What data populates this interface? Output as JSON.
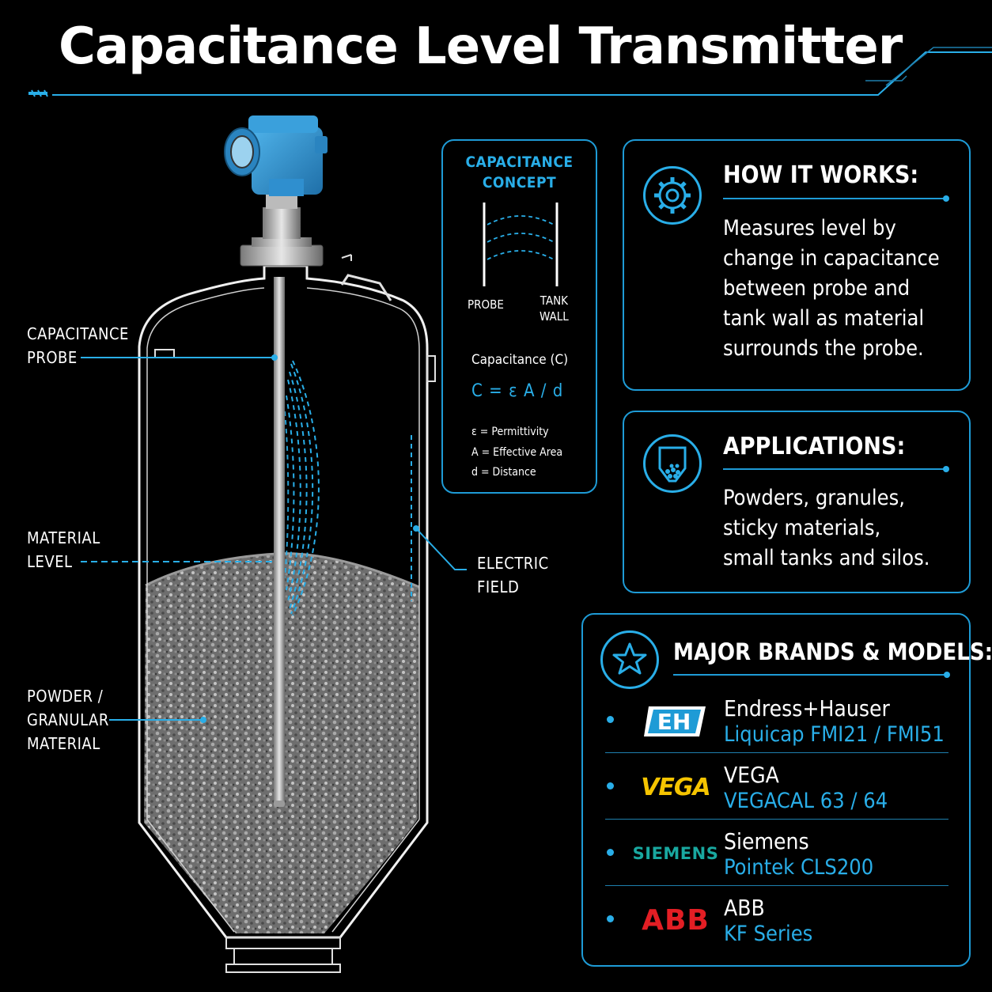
{
  "title": "Capacitance Level Transmitter",
  "colors": {
    "accent": "#29aee8",
    "frame": "#1e9bd6",
    "background": "#000000",
    "transmitter": "#2f8fcf"
  },
  "diagram": {
    "labels": {
      "probe": [
        "CAPACITANCE",
        "PROBE"
      ],
      "level": [
        "MATERIAL",
        "LEVEL"
      ],
      "powder": [
        "POWDER /",
        "GRANULAR",
        "MATERIAL"
      ],
      "field": [
        "ELECTRIC",
        "FIELD"
      ]
    }
  },
  "concept": {
    "title_lines": [
      "CAPACITANCE",
      "CONCEPT"
    ],
    "probe_label": "PROBE",
    "wall_label": [
      "TANK",
      "WALL"
    ],
    "cap_label": "Capacitance (C)",
    "formula": "C = ε A / d",
    "legend": [
      "ε = Permittivity",
      "A = Effective Area",
      "d = Distance"
    ]
  },
  "how_it_works": {
    "icon": "gear-icon",
    "heading": "HOW IT WORKS:",
    "body": [
      "Measures level by",
      "change in capacitance",
      "between probe and",
      "tank wall as material",
      "surrounds the probe."
    ]
  },
  "applications": {
    "icon": "silo-icon",
    "heading": "APPLICATIONS:",
    "body": [
      "Powders, granules,",
      "sticky materials,",
      "small tanks and silos."
    ]
  },
  "brands": {
    "icon": "star-icon",
    "heading": "MAJOR BRANDS & MODELS:",
    "items": [
      {
        "logo": "EH",
        "logo_color": "#1e9bd6",
        "name": "Endress+Hauser",
        "model": "Liquicap FMI21 / FMI51"
      },
      {
        "logo": "VEGA",
        "logo_color": "#f5c400",
        "name": "VEGA",
        "model": "VEGACAL 63 / 64"
      },
      {
        "logo": "SIEMENS",
        "logo_color": "#19a8a0",
        "name": "Siemens",
        "model": "Pointek CLS200"
      },
      {
        "logo": "ABB",
        "logo_color": "#e31e24",
        "name": "ABB",
        "model": "KF Series"
      }
    ]
  }
}
